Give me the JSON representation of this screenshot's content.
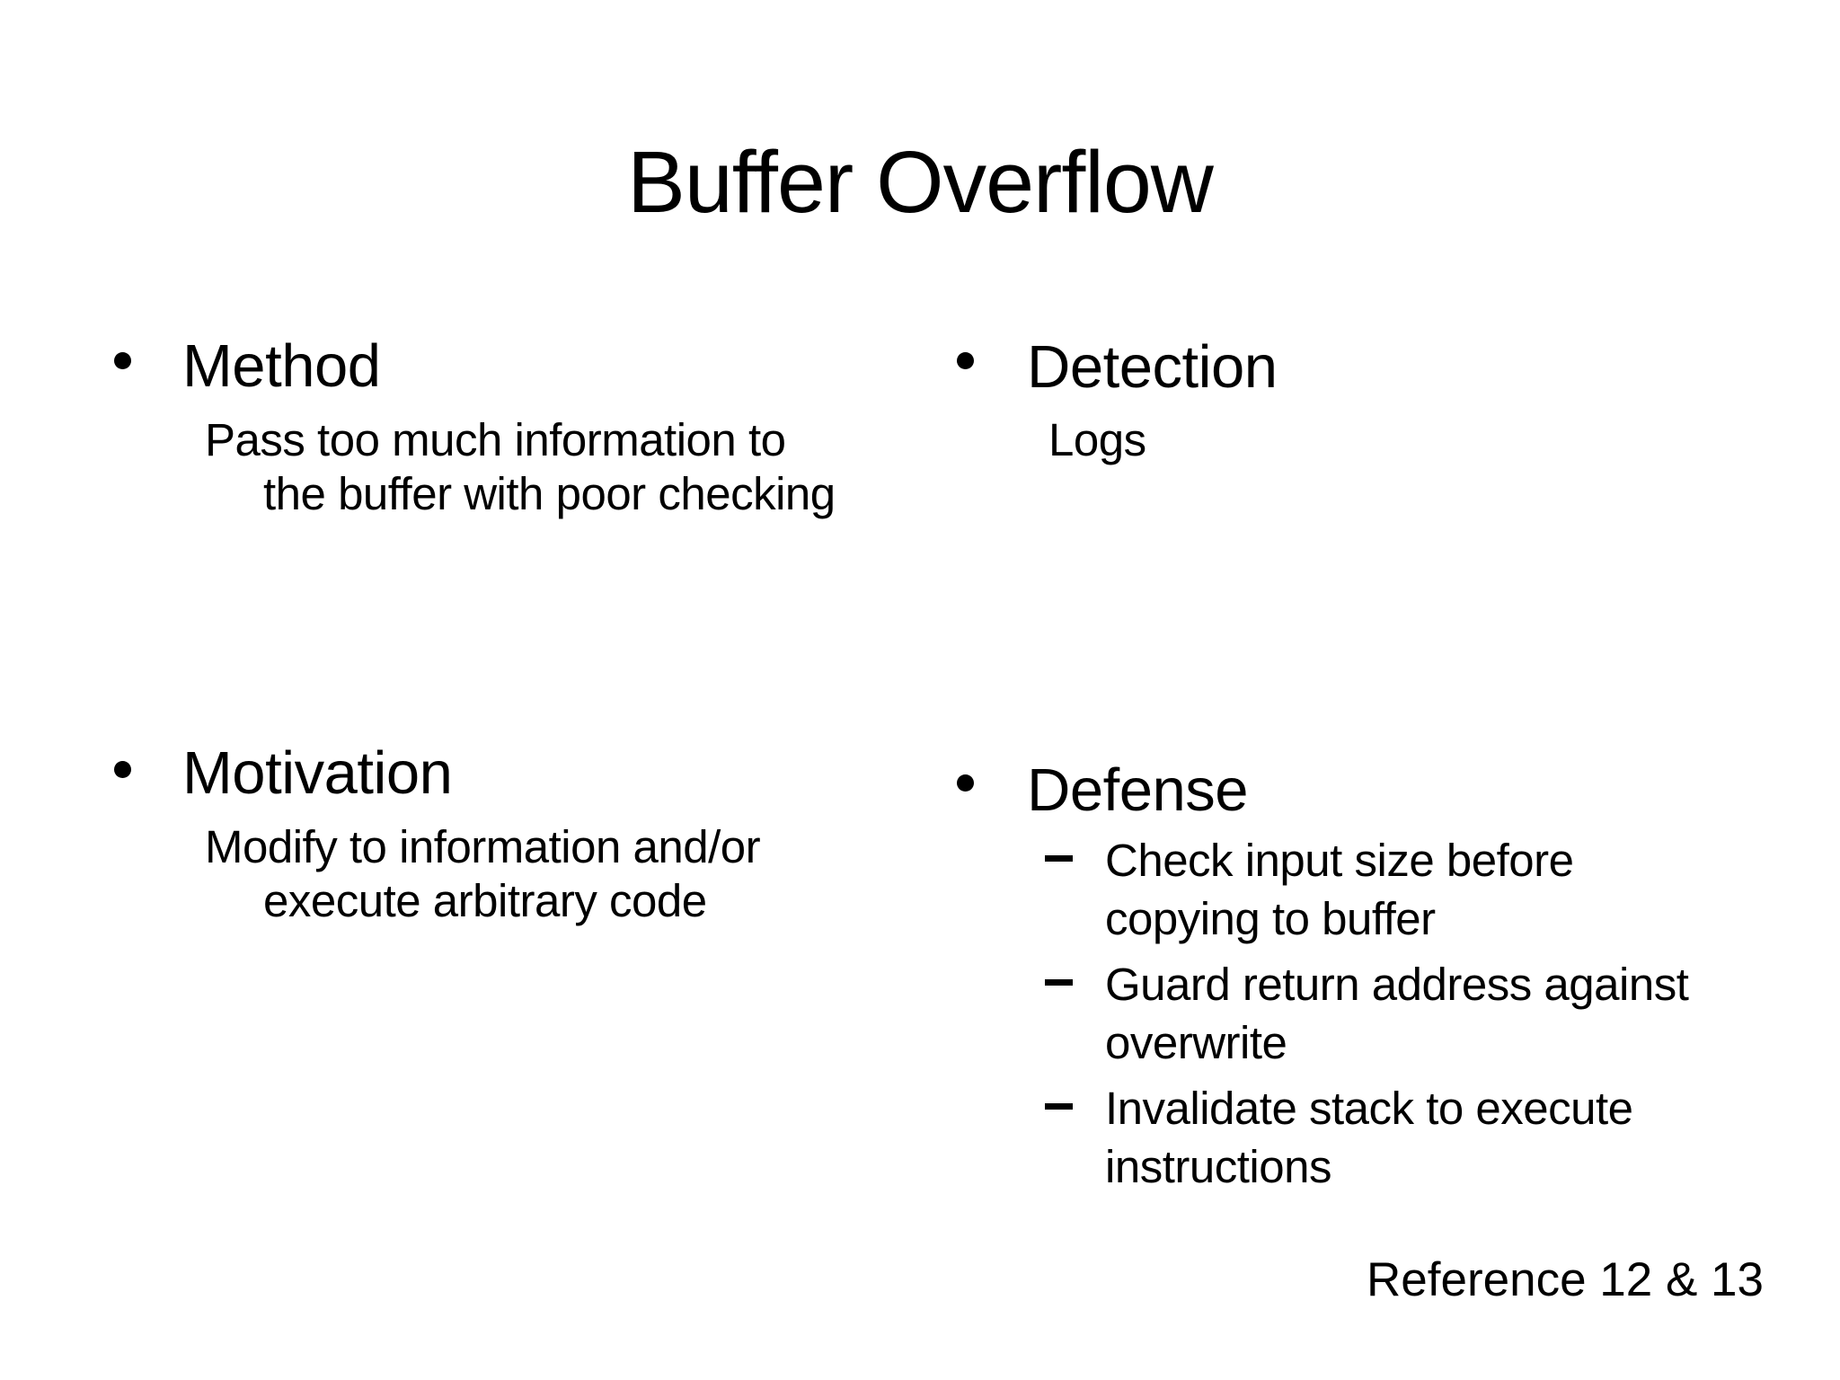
{
  "slide": {
    "title": "Buffer Overflow",
    "reference": "Reference 12 & 13",
    "sections": {
      "method": {
        "heading": "Method",
        "lines": [
          "Pass too much information to",
          "the buffer with poor checking"
        ]
      },
      "detection": {
        "heading": "Detection",
        "lines": [
          "Logs"
        ]
      },
      "motivation": {
        "heading": "Motivation",
        "lines": [
          "Modify to information and/or",
          "execute arbitrary code"
        ]
      },
      "defense": {
        "heading": "Defense",
        "items": [
          {
            "lines": [
              "Check input size before",
              "copying to buffer"
            ]
          },
          {
            "lines": [
              "Guard return address against",
              "overwrite"
            ]
          },
          {
            "lines": [
              "Invalidate stack to execute",
              "instructions"
            ]
          }
        ]
      }
    }
  }
}
